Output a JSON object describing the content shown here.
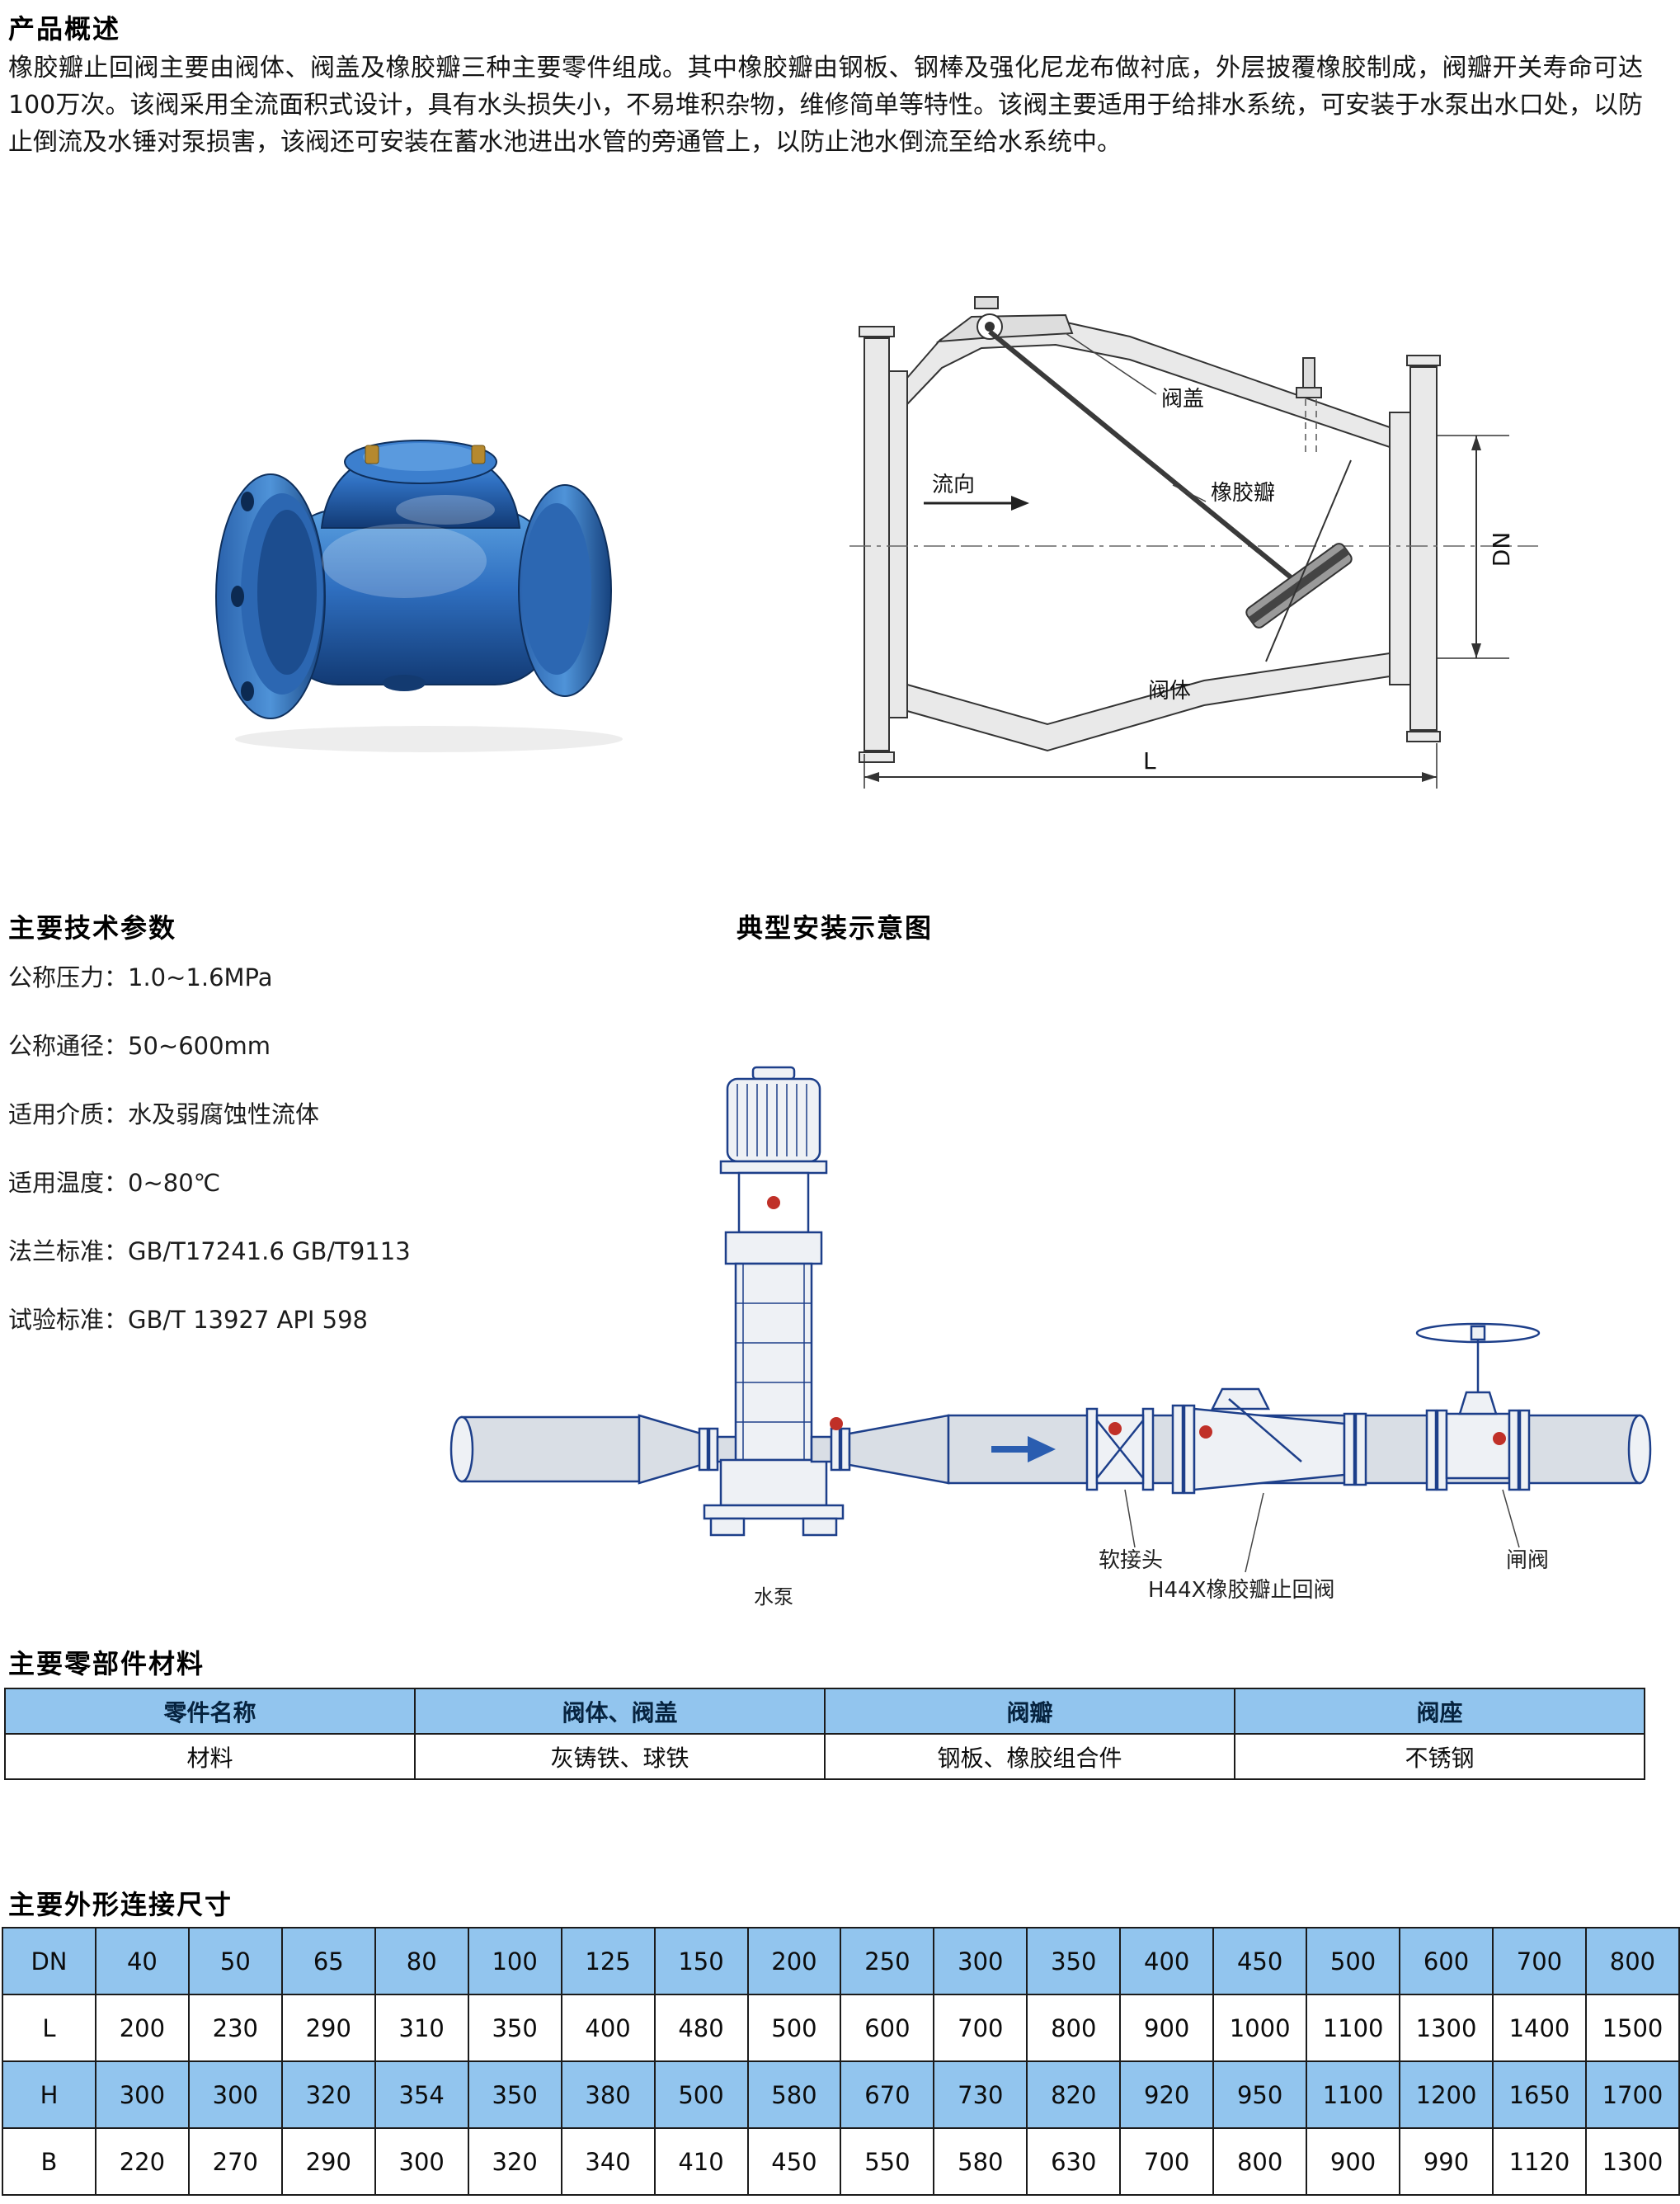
{
  "overview": {
    "title": "产品概述",
    "body": "橡胶瓣止回阀主要由阀体、阀盖及橡胶瓣三种主要零件组成。其中橡胶瓣由钢板、钢棒及强化尼龙布做衬底，外层披覆橡胶制成，阀瓣开关寿命可达100万次。该阀采用全流面积式设计，具有水头损失小，不易堆积杂物，维修简单等特性。该阀主要适用于给排水系统，可安装于水泵出水口处，以防止倒流及水锤对泵损害，该阀还可安装在蓄水池进出水管的旁通管上，以防止池水倒流至给水系统中。"
  },
  "section_view": {
    "labels": {
      "bonnet": "阀盖",
      "flow": "流向",
      "rubber_disc": "橡胶瓣",
      "body": "阀体",
      "dn": "DN",
      "length": "L"
    }
  },
  "tech_params": {
    "title": "主要技术参数",
    "items": [
      "公称压力：1.0~1.6MPa",
      "公称通径：50~600mm",
      "适用介质：水及弱腐蚀性流体",
      "适用温度：0~80℃",
      "法兰标准：GB/T17241.6  GB/T9113",
      "试验标准：GB/T 13927  API 598"
    ]
  },
  "installation": {
    "title": "典型安装示意图",
    "labels": {
      "pump": "水泵",
      "soft_joint": "软接头",
      "check_valve": "H44X橡胶瓣止回阀",
      "gate_valve": "闸阀"
    }
  },
  "materials": {
    "title": "主要零部件材料",
    "header": [
      "零件名称",
      "阀体、阀盖",
      "阀瓣",
      "阀座"
    ],
    "row": [
      "材料",
      "灰铸铁、球铁",
      "钢板、橡胶组合件",
      "不锈钢"
    ]
  },
  "dimensions": {
    "title": "主要外形连接尺寸",
    "rows": [
      {
        "label": "DN",
        "values": [
          "40",
          "50",
          "65",
          "80",
          "100",
          "125",
          "150",
          "200",
          "250",
          "300",
          "350",
          "400",
          "450",
          "500",
          "600",
          "700",
          "800"
        ]
      },
      {
        "label": "L",
        "values": [
          "200",
          "230",
          "290",
          "310",
          "350",
          "400",
          "480",
          "500",
          "600",
          "700",
          "800",
          "900",
          "1000",
          "1100",
          "1300",
          "1400",
          "1500"
        ]
      },
      {
        "label": "H",
        "values": [
          "300",
          "300",
          "320",
          "354",
          "350",
          "380",
          "500",
          "580",
          "670",
          "730",
          "820",
          "920",
          "950",
          "1100",
          "1200",
          "1650",
          "1700"
        ]
      },
      {
        "label": "B",
        "values": [
          "220",
          "270",
          "290",
          "300",
          "320",
          "340",
          "410",
          "450",
          "550",
          "580",
          "630",
          "700",
          "800",
          "900",
          "990",
          "1120",
          "1300"
        ]
      }
    ]
  },
  "colors": {
    "table_blue": "#92c5ee",
    "line_blue": "#1d3f8a",
    "valve_blue": "#2f6fc0",
    "red_dot": "#c03028"
  }
}
